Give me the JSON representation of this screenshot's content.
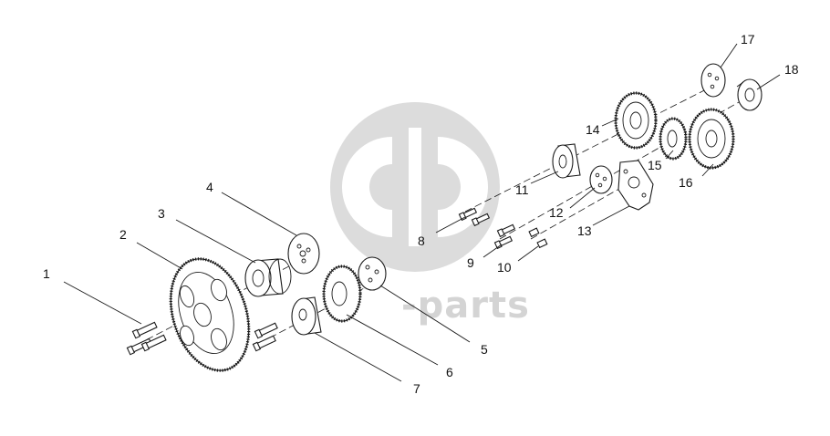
{
  "watermark": {
    "text": "-parts"
  },
  "callouts": [
    {
      "n": "1"
    },
    {
      "n": "2"
    },
    {
      "n": "3"
    },
    {
      "n": "4"
    },
    {
      "n": "5"
    },
    {
      "n": "6"
    },
    {
      "n": "7"
    },
    {
      "n": "8"
    },
    {
      "n": "9"
    },
    {
      "n": "10"
    },
    {
      "n": "11"
    },
    {
      "n": "12"
    },
    {
      "n": "13"
    },
    {
      "n": "14"
    },
    {
      "n": "15"
    },
    {
      "n": "16"
    },
    {
      "n": "17"
    },
    {
      "n": "18"
    }
  ]
}
